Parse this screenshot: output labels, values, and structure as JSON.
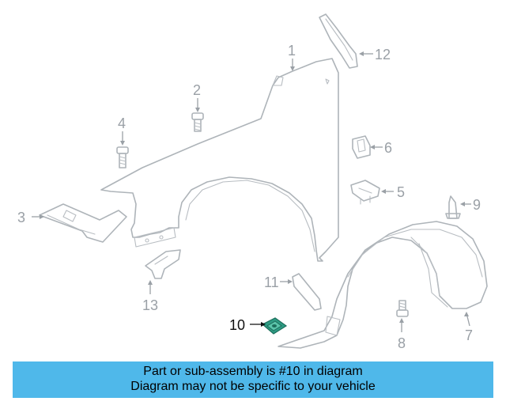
{
  "diagram": {
    "callouts": [
      "1",
      "2",
      "3",
      "4",
      "5",
      "6",
      "7",
      "8",
      "9",
      "10",
      "11",
      "12",
      "13"
    ],
    "highlighted_part": "10",
    "highlight_color": "#2e9c84",
    "banner_color": "#4fb8ea"
  },
  "banner": {
    "line1": "Part or sub-assembly is #10 in diagram",
    "line2": "Diagram may not be specific to your vehicle"
  }
}
